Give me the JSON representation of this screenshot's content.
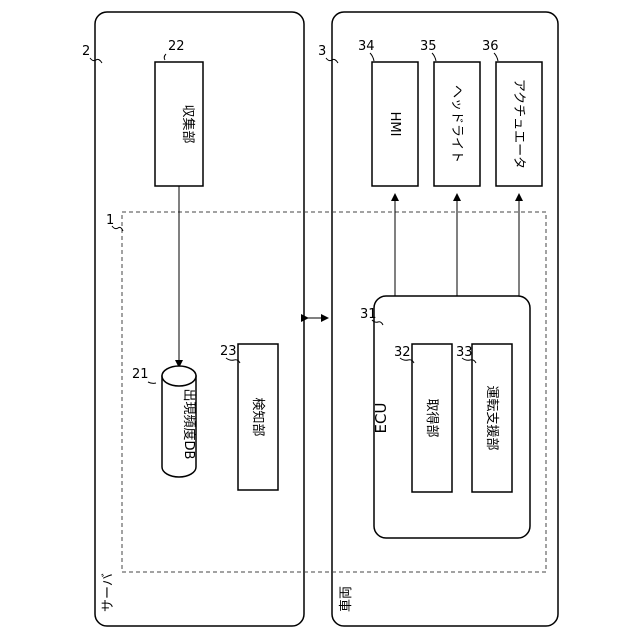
{
  "server": {
    "ref": "2",
    "label": "サーバ"
  },
  "vehicle": {
    "ref": "3",
    "label": "車両"
  },
  "system": {
    "ref": "1"
  },
  "collector": {
    "ref": "22",
    "label": "収集部"
  },
  "database": {
    "ref": "21",
    "label": "出現頻度DB"
  },
  "detector": {
    "ref": "23",
    "label": "検知部"
  },
  "hmi": {
    "ref": "34",
    "label": "HMI"
  },
  "headlight": {
    "ref": "35",
    "label": "ヘッドライト"
  },
  "actuator": {
    "ref": "36",
    "label": "アクチュエータ"
  },
  "ecu": {
    "ref": "31",
    "label": "ECU"
  },
  "acquirer": {
    "ref": "32",
    "label": "取得部"
  },
  "assist": {
    "ref": "33",
    "label": "運転支援部"
  }
}
